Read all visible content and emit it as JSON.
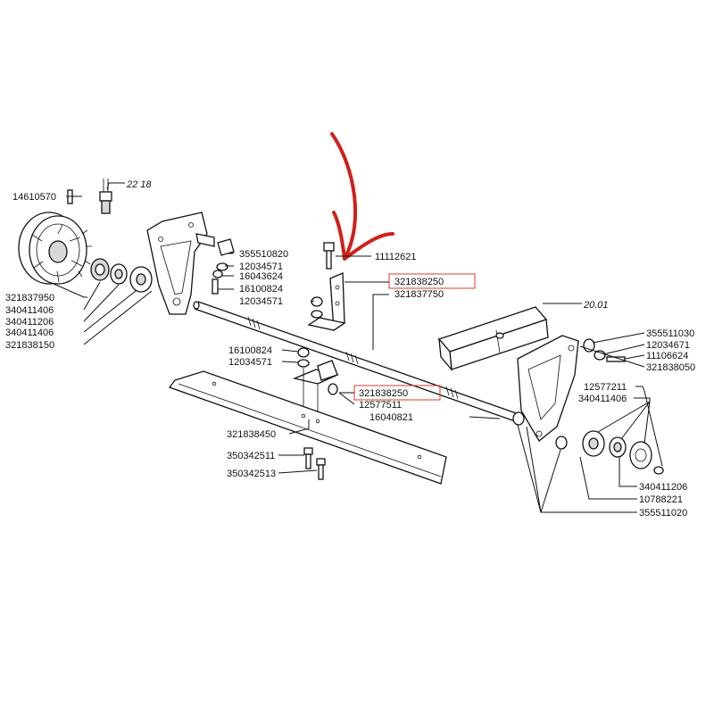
{
  "parts": {
    "p14610570": "14610570",
    "p355510820": "355510820",
    "p12034571a": "12034571",
    "p16043624": "16043624",
    "p16100824a": "16100824",
    "p12034571b": "12034571",
    "p11112621": "11112621",
    "p321838250a": "321838250",
    "p321837750": "321837750",
    "p321837950": "321837950",
    "p340411406a": "340411406",
    "p340411206a": "340411206",
    "p340411406b": "340411406",
    "p321838150": "321838150",
    "p16100824b": "16100824",
    "p12034571c": "12034571",
    "p321838250b": "321838250",
    "p12577511": "12577511",
    "p16040821": "16040821",
    "p321838450": "321838450",
    "p350342511": "350342511",
    "p350342513": "350342513",
    "p355511030": "355511030",
    "p12034671": "12034671",
    "p11106624": "11106624",
    "p321838050": "321838050",
    "p12577211": "12577211",
    "p340411406c": "340411406",
    "p340411206b": "340411206",
    "p10788221": "10788221",
    "p355511020": "355511020"
  },
  "refs": {
    "r2218": "22 18",
    "r2001": "20.01"
  },
  "colors": {
    "highlight_box": "#e0392b",
    "arrow": "#d0201a",
    "line": "#111111"
  }
}
